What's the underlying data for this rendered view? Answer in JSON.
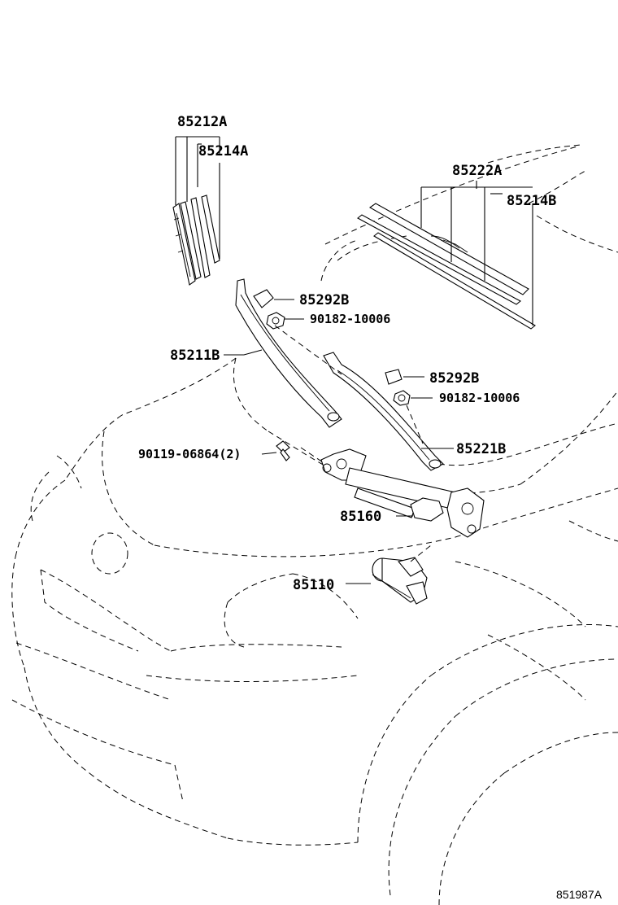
{
  "diagram": {
    "figure_id": "851987A",
    "labels": {
      "p85212A": "85212A",
      "p85214A": "85214A",
      "p85222A": "85222A",
      "p85214B": "85214B",
      "p85292B_1": "85292B",
      "p90182_1": "90182-10006",
      "p85211B": "85211B",
      "p85292B_2": "85292B",
      "p90182_2": "90182-10006",
      "p90119": "90119-06864(2)",
      "p85221B": "85221B",
      "p85160": "85160",
      "p85110": "85110"
    }
  }
}
